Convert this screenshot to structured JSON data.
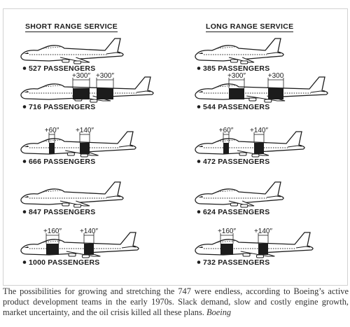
{
  "headings": {
    "short": "SHORT RANGE SERVICE",
    "long": "LONG RANGE SERVICE"
  },
  "short_range": [
    {
      "passengers": "527 PASSENGERS",
      "plugs": []
    },
    {
      "passengers": "716 PASSENGERS",
      "plugs": [
        "+300″",
        "+300″"
      ]
    },
    {
      "passengers": "666 PASSENGERS",
      "plugs": [
        "+60″",
        "+140″"
      ]
    },
    {
      "passengers": "847 PASSENGERS",
      "plugs": []
    },
    {
      "passengers": "1000 PASSENGERS",
      "plugs": [
        "+160″",
        "+140″"
      ]
    }
  ],
  "long_range": [
    {
      "passengers": "385 PASSENGERS",
      "plugs": []
    },
    {
      "passengers": "544 PASSENGERS",
      "plugs": [
        "+300″",
        "+300"
      ]
    },
    {
      "passengers": "472 PASSENGERS",
      "plugs": [
        "+60″",
        "+140″"
      ]
    },
    {
      "passengers": "624 PASSENGERS",
      "plugs": []
    },
    {
      "passengers": "732 PASSENGERS",
      "plugs": [
        "+160″",
        "+140″"
      ]
    }
  ],
  "caption": {
    "text": "The possibilities for growing and stretching the 747 were endless, according to Boeing’s active product development teams in the early 1970s. Slack demand, slow and costly engine growth, market uncertainty, and the oil crisis killed all these plans.",
    "credit": "Boeing"
  },
  "colors": {
    "ink": "#1c1c1c",
    "caption": "#333333"
  }
}
